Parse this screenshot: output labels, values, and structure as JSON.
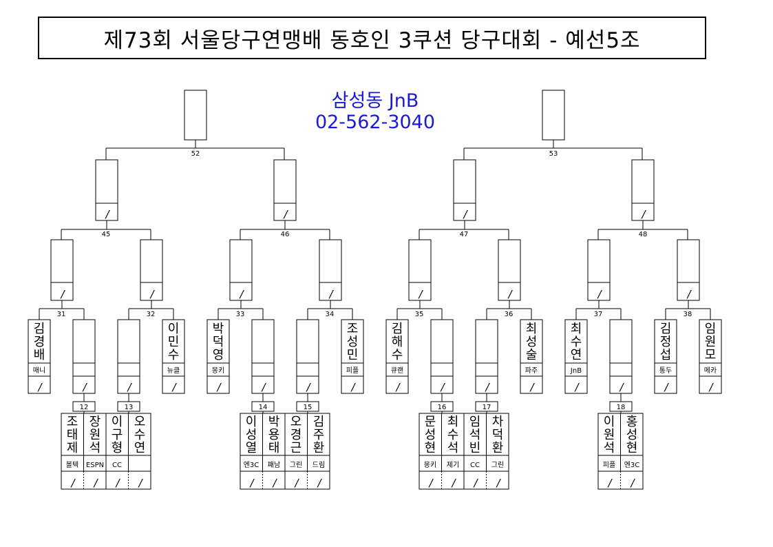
{
  "title": "제73회 서울당구연맹배 동호인 3쿠션 당구대회 - 예선5조",
  "sponsor": {
    "name": "삼성동 JnB",
    "phone": "02-562-3040"
  },
  "colors": {
    "sponsor": "#1a1ad6",
    "line": "#000000"
  },
  "mark": "/",
  "matches": {
    "semis": [
      "52",
      "53"
    ],
    "quarters": [
      "45",
      "46",
      "47",
      "48"
    ],
    "round1": [
      "31",
      "32",
      "33",
      "34",
      "35",
      "36",
      "37",
      "38"
    ],
    "prelim": [
      "12",
      "13",
      "14",
      "15",
      "16",
      "17",
      "18"
    ]
  },
  "seeded_players": [
    {
      "name": "김경배",
      "club": "매니"
    },
    {
      "name": "이민수",
      "club": "뉴클"
    },
    {
      "name": "박덕영",
      "club": "몽키"
    },
    {
      "name": "조성민",
      "club": "피플"
    },
    {
      "name": "김해수",
      "club": "큐랜"
    },
    {
      "name": "최성술",
      "club": "파주"
    },
    {
      "name": "최수연",
      "club": "JnB"
    },
    {
      "name": "김정섭",
      "club": "통두"
    },
    {
      "name": "임원모",
      "club": "메카"
    }
  ],
  "prelim_players": [
    {
      "name": "조태제",
      "club": "볼텍"
    },
    {
      "name": "장원석",
      "club": "ESPN"
    },
    {
      "name": "이구형",
      "club": "CC"
    },
    {
      "name": "오수연",
      "club": ""
    },
    {
      "name": "이성열",
      "club": "엔3C"
    },
    {
      "name": "박용태",
      "club": "패남"
    },
    {
      "name": "오경근",
      "club": "그린"
    },
    {
      "name": "김주환",
      "club": "드림"
    },
    {
      "name": "문성현",
      "club": "몽키"
    },
    {
      "name": "최수석",
      "club": "제기"
    },
    {
      "name": "임석빈",
      "club": "CC"
    },
    {
      "name": "차덕환",
      "club": "그린"
    },
    {
      "name": "이원석",
      "club": "피플"
    },
    {
      "name": "홍성현",
      "club": "엔3C"
    }
  ]
}
